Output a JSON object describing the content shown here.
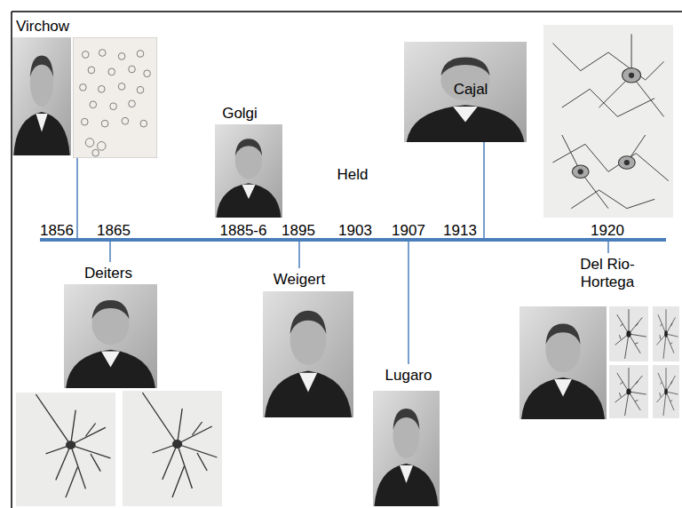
{
  "diagram": {
    "labels": [
      "Virchow",
      "Golgi",
      "Held",
      "Cajal",
      "1856",
      "1865",
      "1885-6",
      "1895",
      "1903",
      "1907",
      "1913",
      "1920",
      "Deiters",
      "Weigert",
      "Lugaro",
      "Del Rio-Hortega"
    ]
  }
}
